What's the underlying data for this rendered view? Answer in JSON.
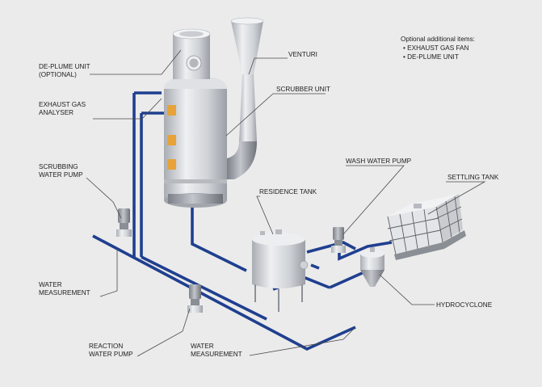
{
  "optional_items": {
    "heading": "Optional additional items:",
    "items": [
      "• EXHAUST GAS FAN",
      "• DE-PLUME UNIT"
    ]
  },
  "labels": {
    "de_plume_line1": "DE-PLUME UNIT",
    "de_plume_line2": "(OPTIONAL)",
    "exhaust_line1": "EXHAUST GAS",
    "exhaust_line2": "ANALYSER",
    "scrubbing_pump_line1": "SCRUBBING",
    "scrubbing_pump_line2": "WATER PUMP",
    "water_meas_left_line1": "WATER",
    "water_meas_left_line2": "MEASUREMENT",
    "reaction_pump_line1": "REACTION",
    "reaction_pump_line2": "WATER PUMP",
    "water_meas_bottom_line1": "WATER",
    "water_meas_bottom_line2": "MEASUREMENT",
    "venturi": "VENTURI",
    "scrubber_unit": "SCRUBBER UNIT",
    "residence_tank": "RESIDENCE TANK",
    "wash_water_pump": "WASH WATER PUMP",
    "settling_tank": "SETTLING TANK",
    "hydrocyclone": "HYDROCYCLONE"
  },
  "colors": {
    "background": "#ebebeb",
    "pipe": "#1f3f8f",
    "equipment": "#d4d6da",
    "accent": "#e7a33a"
  }
}
